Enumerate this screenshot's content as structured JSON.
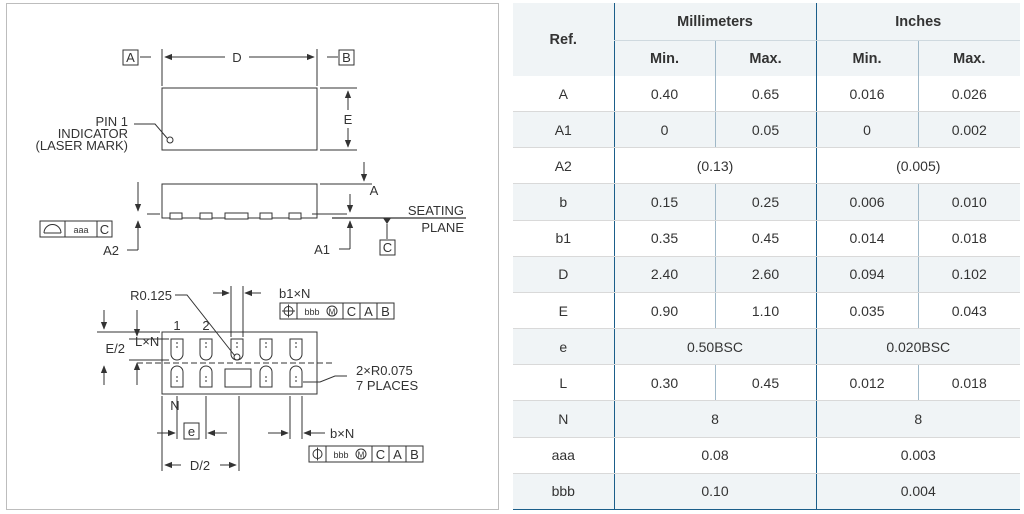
{
  "drawing": {
    "top_view": {
      "datum_a": "A",
      "dim_d": "D",
      "datum_b": "B",
      "dim_e": "E",
      "pin1_line1": "PIN 1",
      "pin1_line2": "INDICATOR",
      "pin1_line3": "(LASER MARK)"
    },
    "side_view": {
      "dim_a": "A",
      "seating_line1": "SEATING",
      "seating_line2": "PLANE",
      "flatness_tol": "aaa",
      "flatness_datum": "C",
      "dim_a2": "A2",
      "dim_a1": "A1",
      "datum_c": "C"
    },
    "bottom_view": {
      "radius": "R0.125",
      "b1n": "b1×N",
      "fcf_bbb": "bbb",
      "fcf_m": "M",
      "fcf_c": "C",
      "fcf_a": "A",
      "fcf_b": "B",
      "pin_1": "1",
      "pin_2": "2",
      "e_half": "E/2",
      "lxn": "L×N",
      "corner_radius_line1": "2×R0.075",
      "corner_radius_line2": "7 PLACES",
      "n_label": "N",
      "pitch": "e",
      "bxn": "b×N",
      "d_half": "D/2"
    }
  },
  "table": {
    "headers": {
      "ref": "Ref.",
      "mm": "Millimeters",
      "inch": "Inches",
      "min": "Min.",
      "max": "Max."
    },
    "rows": [
      {
        "ref": "A",
        "mm_min": "0.40",
        "mm_max": "0.65",
        "in_min": "0.016",
        "in_max": "0.026"
      },
      {
        "ref": "A1",
        "mm_min": "0",
        "mm_max": "0.05",
        "in_min": "0",
        "in_max": "0.002"
      },
      {
        "ref": "A2",
        "mm_span": "(0.13)",
        "in_span": "(0.005)"
      },
      {
        "ref": "b",
        "mm_min": "0.15",
        "mm_max": "0.25",
        "in_min": "0.006",
        "in_max": "0.010"
      },
      {
        "ref": "b1",
        "mm_min": "0.35",
        "mm_max": "0.45",
        "in_min": "0.014",
        "in_max": "0.018"
      },
      {
        "ref": "D",
        "mm_min": "2.40",
        "mm_max": "2.60",
        "in_min": "0.094",
        "in_max": "0.102"
      },
      {
        "ref": "E",
        "mm_min": "0.90",
        "mm_max": "1.10",
        "in_min": "0.035",
        "in_max": "0.043"
      },
      {
        "ref": "e",
        "mm_span": "0.50BSC",
        "in_span": "0.020BSC"
      },
      {
        "ref": "L",
        "mm_min": "0.30",
        "mm_max": "0.45",
        "in_min": "0.012",
        "in_max": "0.018"
      },
      {
        "ref": "N",
        "mm_span": "8",
        "in_span": "8"
      },
      {
        "ref": "aaa",
        "mm_span": "0.08",
        "in_span": "0.003"
      },
      {
        "ref": "bbb",
        "mm_span": "0.10",
        "in_span": "0.004"
      }
    ]
  },
  "colors": {
    "header_bg": "#f0f4f6",
    "stripe_bg": "#f0f4f6",
    "divider": "#1b5e8a",
    "drawing_stroke": "#333333"
  }
}
